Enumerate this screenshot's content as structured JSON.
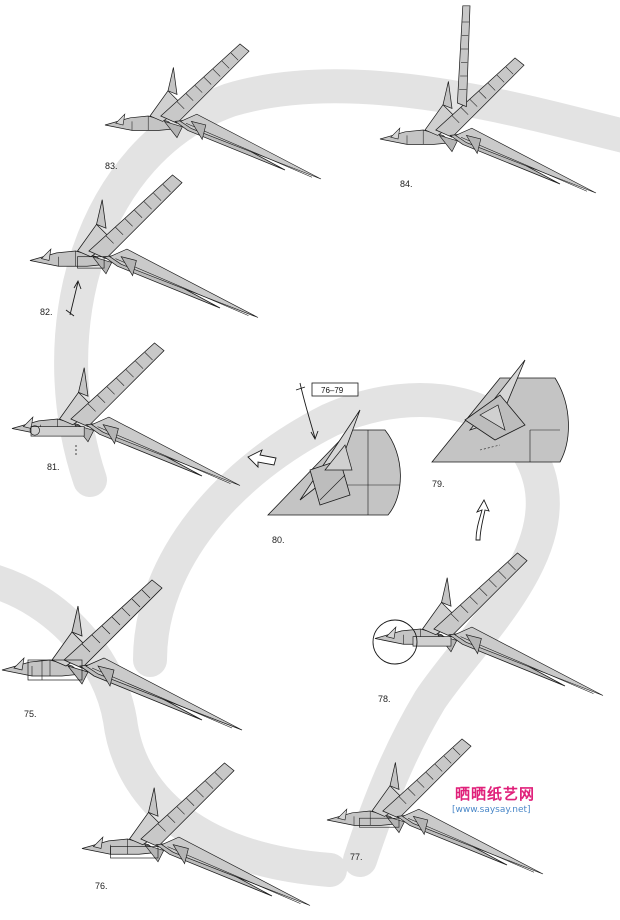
{
  "steps": [
    {
      "id": "83",
      "label": "83."
    },
    {
      "id": "84",
      "label": "84."
    },
    {
      "id": "82",
      "label": "82."
    },
    {
      "id": "81",
      "label": "81."
    },
    {
      "id": "80",
      "label": "80."
    },
    {
      "id": "79",
      "label": "79."
    },
    {
      "id": "78",
      "label": "78."
    },
    {
      "id": "75",
      "label": "75."
    },
    {
      "id": "76",
      "label": "76."
    },
    {
      "id": "77",
      "label": "77."
    }
  ],
  "reference_box": {
    "text": "76–79"
  },
  "watermark": {
    "cn": "晒晒纸艺网",
    "url": "[www.saysay.net]"
  },
  "colors": {
    "paper_fill": "#c4c4c4",
    "paper_light": "#d6d6d6",
    "outline": "#1a1a1a",
    "swirl_band": "#e3e3e3",
    "watermark_cn": "#e0207a",
    "watermark_url": "#4a88c8"
  }
}
